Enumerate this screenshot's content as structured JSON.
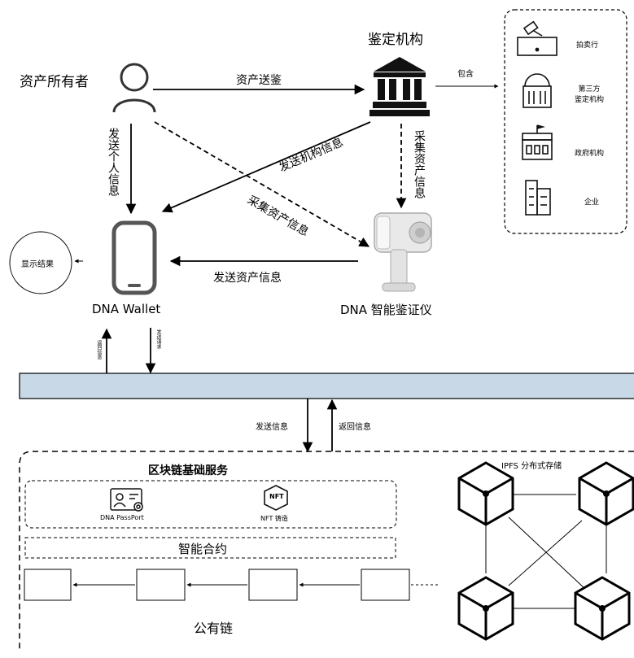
{
  "labels": {
    "asset_owner": "资产所有者",
    "appraisal_org": "鉴定机构",
    "send_for_appraisal": "资产送鉴",
    "contains": "包含",
    "send_personal_info": "发送个人信息",
    "send_org_info": "发送机构信息",
    "collect_asset_info_diag": "采集资产信息",
    "collect_asset_info_vert": "采集资产信息",
    "send_asset_info": "发送资产信息",
    "show_result": "显示结果",
    "dna_wallet": "DNA Wallet",
    "dna_device": "DNA 智能鉴证仪",
    "return_info_small": "返回信息",
    "send_request_small": "发送请求",
    "send_info": "发送信息",
    "return_info": "返回信息",
    "blockchain_services": "区块链基础服务",
    "dna_passport": "DNA PassPort",
    "nft_mint": "NFT 铸造",
    "nft_icon_text": "NFT",
    "smart_contract": "智能合约",
    "public_chain": "公有链",
    "ipfs": "IPFS 分布式存储"
  },
  "org_types": [
    {
      "label": "拍卖行",
      "icon": "gavel-icon"
    },
    {
      "label": "第三方\n鉴定机构",
      "icon": "institution-icon"
    },
    {
      "label": "政府机构",
      "icon": "government-building-icon"
    },
    {
      "label": "企业",
      "icon": "office-building-icon"
    }
  ],
  "colors": {
    "bar_fill": "#c9d8e6",
    "line": "#000000"
  }
}
